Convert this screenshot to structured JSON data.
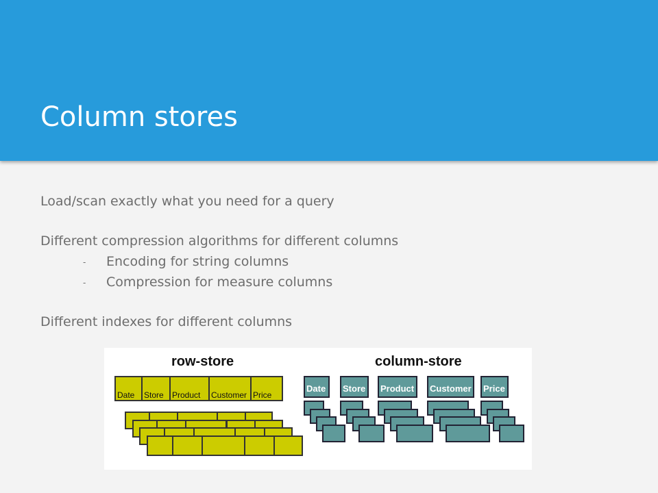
{
  "title": "Column stores",
  "bullets": [
    "Load/scan exactly what you need for a query",
    "Different compression algorithms for different columns",
    "Encoding for string columns",
    "Compression for measure columns",
    "Different indexes for different columns"
  ],
  "sub_marker": "-",
  "figure": {
    "row_title": "row-store",
    "col_title": "column-store",
    "columns": [
      "Date",
      "Store",
      "Product",
      "Customer",
      "Price"
    ],
    "colors": {
      "row": "#cccc00",
      "column": "#5f9a9a"
    }
  }
}
